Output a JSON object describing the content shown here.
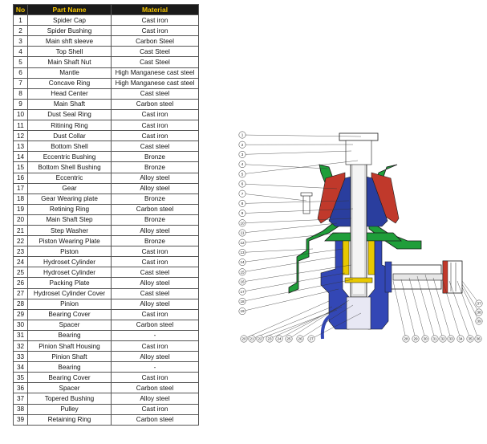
{
  "table": {
    "headers": {
      "no": "No",
      "part": "Part Name",
      "material": "Material"
    },
    "rows": [
      {
        "no": "1",
        "part": "Spider Cap",
        "material": "Cast iron"
      },
      {
        "no": "2",
        "part": "Spider Bushing",
        "material": "Cast iron"
      },
      {
        "no": "3",
        "part": "Main shft sleeve",
        "material": "Carbon Steel"
      },
      {
        "no": "4",
        "part": "Top Shell",
        "material": "Cast Steel"
      },
      {
        "no": "5",
        "part": "Main Shaft Nut",
        "material": "Cast Steel"
      },
      {
        "no": "6",
        "part": "Mantle",
        "material": "High Manganese cast steel"
      },
      {
        "no": "7",
        "part": "Concave Ring",
        "material": "High Manganese cast steel"
      },
      {
        "no": "8",
        "part": "Head Center",
        "material": "Cast steel"
      },
      {
        "no": "9",
        "part": "Main Shaft",
        "material": "Carbon steel"
      },
      {
        "no": "10",
        "part": "Dust Seal Ring",
        "material": "Cast iron"
      },
      {
        "no": "11",
        "part": "Ritining Ring",
        "material": "Cast iron"
      },
      {
        "no": "12",
        "part": "Dust Collar",
        "material": "Cast iron"
      },
      {
        "no": "13",
        "part": "Bottom Shell",
        "material": "Cast steel"
      },
      {
        "no": "14",
        "part": "Eccentric Bushing",
        "material": "Bronze"
      },
      {
        "no": "15",
        "part": "Bottom Shell Bushing",
        "material": "Bronze"
      },
      {
        "no": "16",
        "part": "Eccentric",
        "material": "Alloy steel"
      },
      {
        "no": "17",
        "part": "Gear",
        "material": "Alloy steel"
      },
      {
        "no": "18",
        "part": "Gear Wearing plate",
        "material": "Bronze"
      },
      {
        "no": "19",
        "part": "Retining Ring",
        "material": "Carbon steel"
      },
      {
        "no": "20",
        "part": "Main Shaft Step",
        "material": "Bronze"
      },
      {
        "no": "21",
        "part": "Step Washer",
        "material": "Alloy steel"
      },
      {
        "no": "22",
        "part": "Piston Wearing Plate",
        "material": "Bronze"
      },
      {
        "no": "23",
        "part": "Piston",
        "material": "Cast iron"
      },
      {
        "no": "24",
        "part": "Hydroset Cylinder",
        "material": "Cast iron"
      },
      {
        "no": "25",
        "part": "Hydroset Cylinder",
        "material": "Cast steel"
      },
      {
        "no": "26",
        "part": "Packing Plate",
        "material": "Alloy steel"
      },
      {
        "no": "27",
        "part": "Hydroset Cylinder Cover",
        "material": "Cast steel"
      },
      {
        "no": "28",
        "part": "Pinion",
        "material": "Alloy steel"
      },
      {
        "no": "29",
        "part": "Bearing Cover",
        "material": "Cast iron"
      },
      {
        "no": "30",
        "part": "Spacer",
        "material": "Carbon steel"
      },
      {
        "no": "31",
        "part": "Bearing",
        "material": "-"
      },
      {
        "no": "32",
        "part": "Pinion Shaft Housing",
        "material": "Cast iron"
      },
      {
        "no": "33",
        "part": "Pinion Shaft",
        "material": "Alloy steel"
      },
      {
        "no": "34",
        "part": "Bearing",
        "material": "-"
      },
      {
        "no": "35",
        "part": "Bearing Cover",
        "material": "Cast iron"
      },
      {
        "no": "36",
        "part": "Spacer",
        "material": "Carbon steel"
      },
      {
        "no": "37",
        "part": "Topered Bushing",
        "material": "Alloy steel"
      },
      {
        "no": "38",
        "part": "Pulley",
        "material": "Cast iron"
      },
      {
        "no": "39",
        "part": "Retaining Ring",
        "material": "Carbon steel"
      }
    ]
  },
  "diagram": {
    "left_callouts": [
      "1",
      "2",
      "3",
      "4",
      "5",
      "6",
      "7",
      "8",
      "9",
      "10",
      "11",
      "12",
      "13",
      "14",
      "15",
      "16",
      "17",
      "18",
      "19"
    ],
    "bottom_callouts": [
      "20",
      "21",
      "22",
      "23",
      "24",
      "25",
      "26",
      "27",
      "28",
      "29",
      "30",
      "31",
      "32",
      "33",
      "34",
      "35",
      "36"
    ],
    "right_callouts": [
      "37",
      "38",
      "39"
    ],
    "colors": {
      "frame": "#1f9e3a",
      "liner": "#c0392b",
      "head": "#2a3e9e",
      "cylinder": "#3347b5",
      "shaft": "#d9d9d9",
      "bronze": "#e8c800",
      "outline": "#1a1a1a"
    }
  }
}
